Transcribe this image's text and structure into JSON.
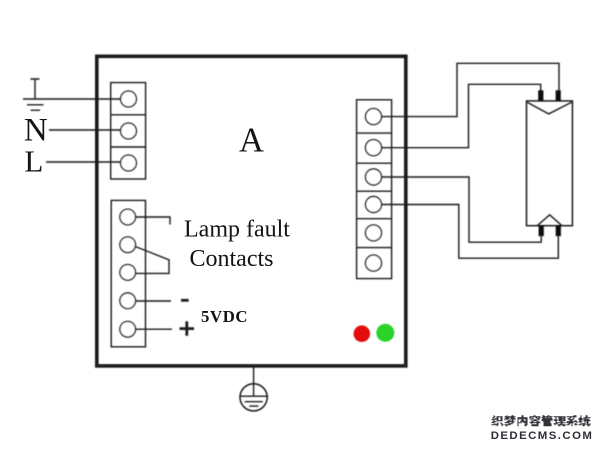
{
  "diagram": {
    "title": "ballast-lamp-wiring-diagram",
    "unit_label": "A",
    "mains_inputs": {
      "earth_symbol": "earth-ground-icon",
      "neutral_label": "N",
      "line_label": "L"
    },
    "fault_contacts": {
      "caption_line1": "Lamp fault",
      "caption_line2": "Contacts",
      "minus_label": "-",
      "plus_label": "+",
      "supply_label": "5VDC"
    },
    "terminal_blocks": {
      "mains_block_terminals": 3,
      "signal_block_terminals": 5,
      "lamp_block_terminals": 6
    },
    "indicators": {
      "red_led_color": "#e31111",
      "green_led_color": "#2cd32c"
    },
    "lamp": {
      "shape": "fluorescent-tube",
      "pins": 4
    },
    "line_color": "#1c1c1c",
    "watermark": {
      "line1": "织梦内容管理系统",
      "line2": "DEDECMS.COM",
      "color": "#32323a"
    }
  }
}
